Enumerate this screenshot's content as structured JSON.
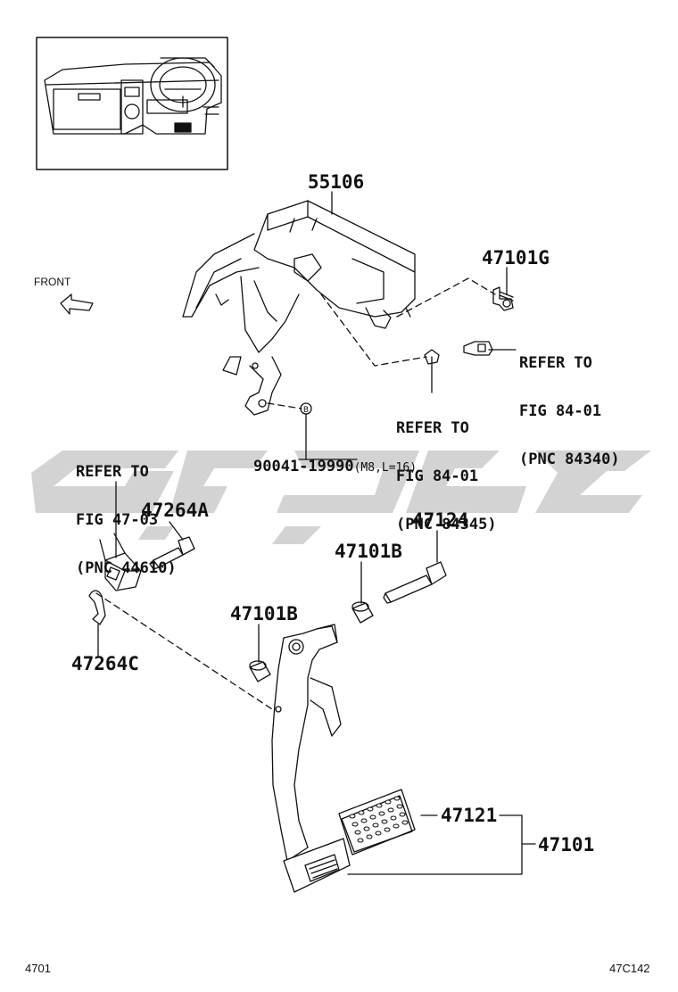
{
  "labels": {
    "front": "FRONT",
    "p55106": "55106",
    "p47101G": "47101G",
    "refer_84340": [
      "REFER TO",
      "FIG 84-01",
      "(PNC 84340)"
    ],
    "refer_84345": [
      "REFER TO",
      "FIG 84-01",
      "(PNC 84345)"
    ],
    "refer_44610": [
      "REFER TO",
      "FIG 47-03",
      "(PNC 44610)"
    ],
    "bolt_part": "90041-19990",
    "bolt_spec": "(M8,L=16)",
    "callout_b": "B",
    "p47264A": "47264A",
    "p47124": "47124",
    "p47101B_upper": "47101B",
    "p47101B_lower": "47101B",
    "p47264C": "47264C",
    "p47121": "47121",
    "p47101": "47101",
    "footer_left": "4701",
    "footer_right": "47C142"
  },
  "colors": {
    "line": "#111111",
    "watermark": "#d3d3d3"
  }
}
